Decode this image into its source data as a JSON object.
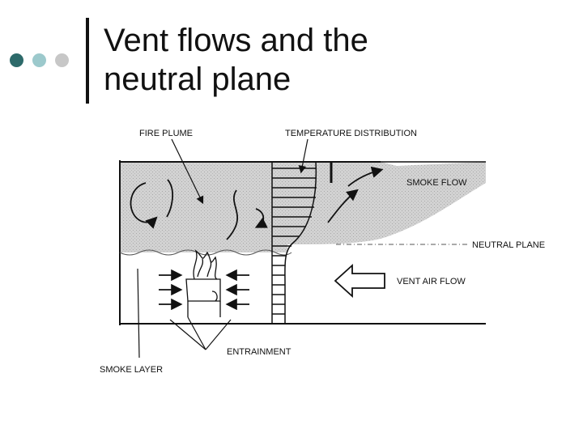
{
  "slide": {
    "title": "Vent flows and the neutral plane",
    "title_line1": "Vent flows and the",
    "title_line2": "neutral plane"
  },
  "bullets_colors": [
    "#2d6a6a",
    "#9cc9cc",
    "#c7c7c7"
  ],
  "diagram": {
    "labels": {
      "fire_plume": "FIRE PLUME",
      "temperature_distribution": "TEMPERATURE DISTRIBUTION",
      "smoke_flow": "SMOKE FLOW",
      "neutral_plane": "NEUTRAL PLANE",
      "vent_air_flow": "VENT AIR FLOW",
      "entrainment": "ENTRAINMENT",
      "smoke_layer": "SMOKE LAYER"
    }
  }
}
